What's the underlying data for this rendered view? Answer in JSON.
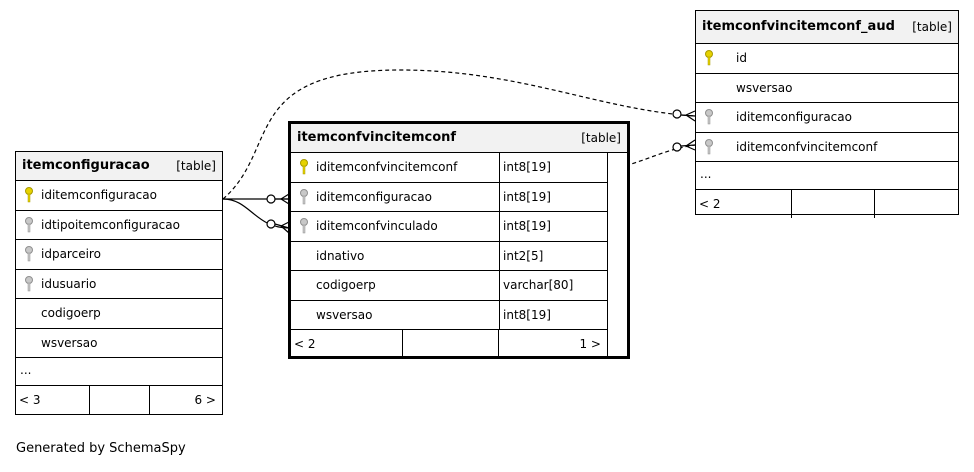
{
  "caption": "Generated by SchemaSpy",
  "tables": {
    "itemconfiguracao": {
      "name": "itemconfiguracao",
      "type": "[table]",
      "columns": [
        {
          "name": "iditemconfiguracao",
          "key": "primary"
        },
        {
          "name": "idtipoitemconfiguracao",
          "key": "foreign"
        },
        {
          "name": "idparceiro",
          "key": "foreign"
        },
        {
          "name": "idusuario",
          "key": "foreign"
        },
        {
          "name": "codigoerp",
          "key": "none"
        },
        {
          "name": "wsversao",
          "key": "none"
        }
      ],
      "ellipsis": "...",
      "footer": {
        "left": "< 3",
        "right": "6 >"
      }
    },
    "itemconfvincitemconf": {
      "name": "itemconfvincitemconf",
      "type": "[table]",
      "columns": [
        {
          "name": "iditemconfvincitemconf",
          "type": "int8[19]",
          "key": "primary"
        },
        {
          "name": "iditemconfiguracao",
          "type": "int8[19]",
          "key": "foreign"
        },
        {
          "name": "iditemconfvinculado",
          "type": "int8[19]",
          "key": "foreign"
        },
        {
          "name": "idnativo",
          "type": "int2[5]",
          "key": "none"
        },
        {
          "name": "codigoerp",
          "type": "varchar[80]",
          "key": "none"
        },
        {
          "name": "wsversao",
          "type": "int8[19]",
          "key": "none"
        }
      ],
      "footer": {
        "left": "< 2",
        "right": "1 >"
      }
    },
    "itemconfvincitemconf_aud": {
      "name": "itemconfvincitemconf_aud",
      "type": "[table]",
      "columns": [
        {
          "name": "id",
          "key": "primary"
        },
        {
          "name": "wsversao",
          "key": "none"
        },
        {
          "name": "iditemconfiguracao",
          "key": "foreign"
        },
        {
          "name": "iditemconfvincitemconf",
          "key": "foreign"
        }
      ],
      "ellipsis": "...",
      "footer": {
        "left": "< 2",
        "right": ""
      }
    }
  },
  "colors": {
    "primary_key": "#e6d200",
    "foreign_key": "#b0b0b0",
    "header_bg": "#f2f2f2"
  }
}
